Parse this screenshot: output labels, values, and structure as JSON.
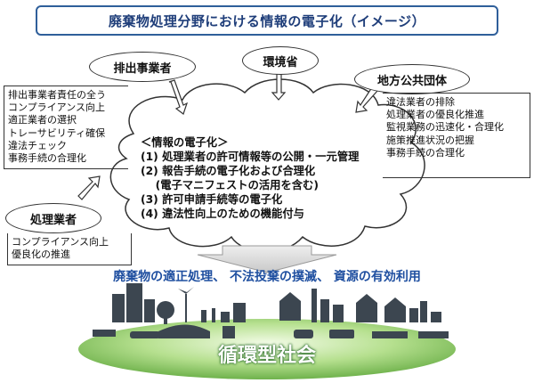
{
  "title": "廃棄物処理分野における情報の電子化（イメージ）",
  "actors": {
    "emitter": "排出事業者",
    "environment_ministry": "環境省",
    "local_government": "地方公共団体",
    "processor": "処理業者"
  },
  "emitter_points": [
    "排出事業者責任の全う",
    "コンプライアンス向上",
    "適正業者の選択",
    "トレーサビリティ確保",
    "違法チェック",
    "事務手続の合理化"
  ],
  "local_gov_points": [
    "違法業者の排除",
    "処理業者の優良化推進",
    "監視業務の迅速化・合理化",
    "施策推進状況の把握",
    "事務手続の合理化"
  ],
  "processor_points": [
    "コンプライアンス向上",
    "優良化の推進"
  ],
  "cloud": {
    "heading": "＜情報の電子化＞",
    "items": [
      "(1) 処理業者の許可情報等の公開・一元管理",
      "(2) 報告手続の電子化および合理化",
      "　 (電子マニフェストの活用を含む)",
      "(3) 許可申請手続等の電子化",
      "(4) 違法性向上のための機能付与"
    ]
  },
  "slogan": "廃棄物の適正処理、 不法投棄の撲滅、 資源の有効利用",
  "society_label": "循環型社会",
  "colors": {
    "title_border": "#2f5f9a",
    "slogan": "#1f4fa0",
    "ground_green": "#8fcf6a",
    "silhouette": "#3c4650"
  }
}
